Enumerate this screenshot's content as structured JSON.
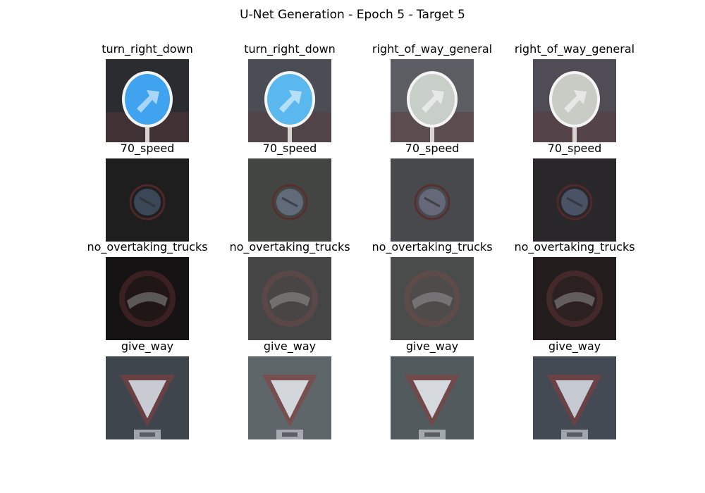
{
  "figure": {
    "title": "U-Net Generation - Epoch 5 - Target 5"
  },
  "grid": {
    "rows": [
      {
        "kind": "blue-circle-sign",
        "cells": [
          {
            "label": "turn_right_down",
            "bg": "#2a2c30",
            "sign": "#3fa3f0"
          },
          {
            "label": "turn_right_down",
            "bg": "#4a4e54",
            "sign": "#5ab8ee"
          },
          {
            "label": "right_of_way_general",
            "bg": "#5c5d62",
            "sign": "#c8cfc9"
          },
          {
            "label": "right_of_way_general",
            "bg": "#4f4c55",
            "sign": "#c9cbc5"
          }
        ]
      },
      {
        "kind": "speed-sign",
        "cells": [
          {
            "label": "70_speed",
            "bg": "#1e1e1f",
            "sign": "#46546a"
          },
          {
            "label": "70_speed",
            "bg": "#434543",
            "sign": "#6a778a"
          },
          {
            "label": "70_speed",
            "bg": "#48494d",
            "sign": "#6d7388"
          },
          {
            "label": "70_speed",
            "bg": "#29272a",
            "sign": "#56627a"
          }
        ]
      },
      {
        "kind": "no-overtaking-sign",
        "cells": [
          {
            "label": "no_overtaking_trucks",
            "bg": "#151313",
            "sign": "#5a2b2b"
          },
          {
            "label": "no_overtaking_trucks",
            "bg": "#454545",
            "sign": "#6a4a48"
          },
          {
            "label": "no_overtaking_trucks",
            "bg": "#4a4b4b",
            "sign": "#6e4c4a"
          },
          {
            "label": "no_overtaking_trucks",
            "bg": "#221c1d",
            "sign": "#5f3433"
          }
        ]
      },
      {
        "kind": "give-way-sign",
        "cells": [
          {
            "label": "give_way",
            "bg": "#3e454d",
            "sign": "#c8ccd2"
          },
          {
            "label": "give_way",
            "bg": "#5f6669",
            "sign": "#d3d7dc"
          },
          {
            "label": "give_way",
            "bg": "#515a5d",
            "sign": "#d5d9de"
          },
          {
            "label": "give_way",
            "bg": "#434a53",
            "sign": "#c5cad2"
          }
        ]
      }
    ]
  }
}
